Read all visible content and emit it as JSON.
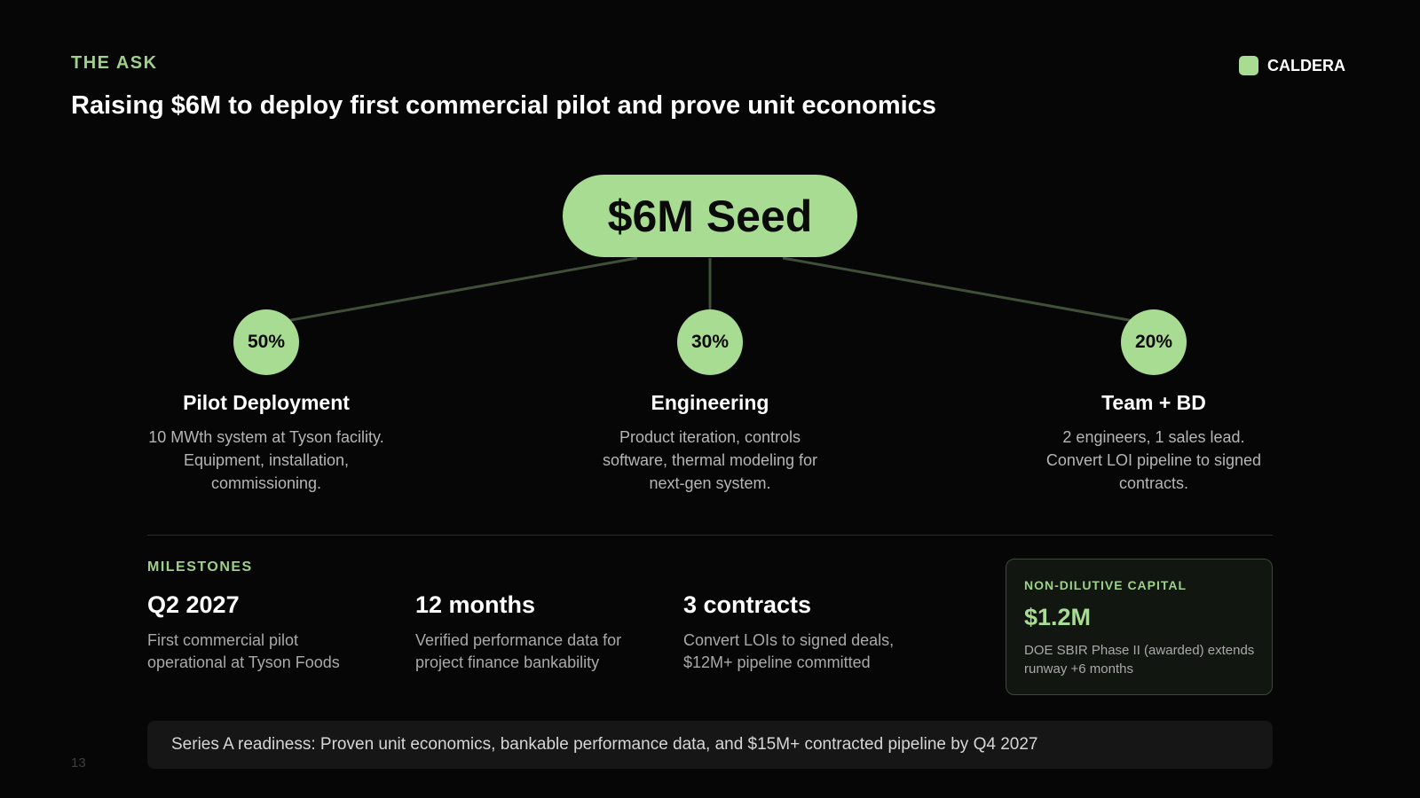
{
  "header": {
    "eyebrow": "THE ASK",
    "title": "Raising $6M to deploy first commercial pilot and prove unit economics",
    "brand": "CALDERA"
  },
  "center": {
    "label": "$6M Seed"
  },
  "allocations": [
    {
      "percent": "50%",
      "title": "Pilot Deployment",
      "description": "10 MWth system at Tyson facility. Equipment, installation, commissioning."
    },
    {
      "percent": "30%",
      "title": "Engineering",
      "description": "Product iteration, controls software, thermal modeling for next-gen system."
    },
    {
      "percent": "20%",
      "title": "Team + BD",
      "description": "2 engineers, 1 sales lead. Convert LOI pipeline to signed contracts."
    }
  ],
  "milestones": {
    "label": "MILESTONES",
    "items": [
      {
        "value": "Q2 2027",
        "description": "First commercial pilot operational at Tyson Foods"
      },
      {
        "value": "12 months",
        "description": "Verified performance data for project finance bankability"
      },
      {
        "value": "3 contracts",
        "description": "Convert LOIs to signed deals, $12M+ pipeline committed"
      }
    ]
  },
  "capital": {
    "label": "NON-DILUTIVE CAPITAL",
    "value": "$1.2M",
    "description": "DOE SBIR Phase II (awarded) extends runway +6 months"
  },
  "banner": {
    "text": "Series A readiness: Proven unit economics, bankable performance data, and $15M+ contracted pipeline by Q4 2027"
  },
  "page_number": "13",
  "colors": {
    "accent": "#a8dc92",
    "accent_text": "#9fd08a",
    "background": "#060606",
    "connector": "#3f4f38"
  }
}
